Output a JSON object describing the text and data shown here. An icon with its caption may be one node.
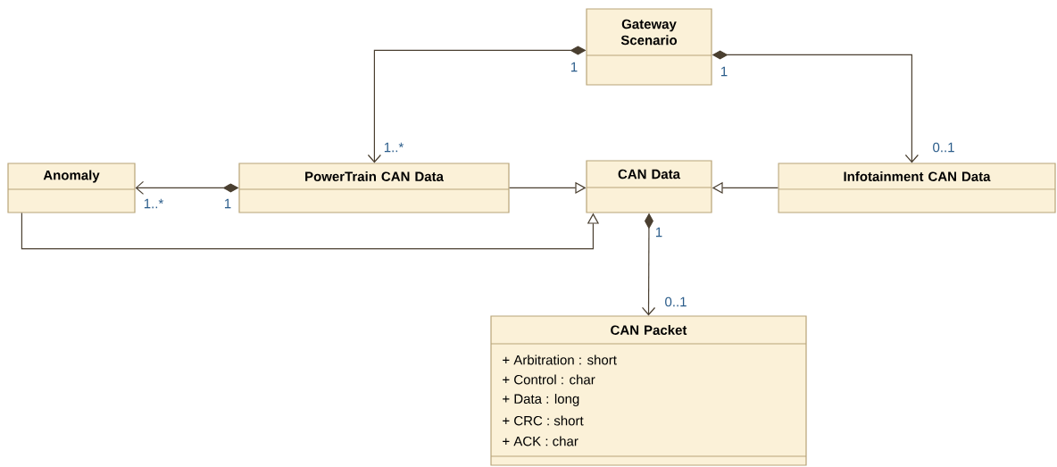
{
  "diagram": {
    "nodes": [
      {
        "text": [
          "Gateway Scenario"
        ]
      },
      {
        "text": [
          "Anomaly"
        ]
      },
      {
        "text": [
          "PowerTrain CAN Data"
        ]
      },
      {
        "text": [
          "CAN Data"
        ]
      },
      {
        "text": [
          "Infotainment CAN Data"
        ]
      },
      {
        "text": [
          "CAN Packet",
          "+ Arbitration : short",
          "+ Control : char",
          "+ Data : long",
          "+ CRC : short",
          "+ ACK : char"
        ]
      }
    ],
    "edges": [
      {
        "from": 0,
        "to": 2,
        "arrow": "to"
      },
      {
        "from": 0,
        "to": 4,
        "arrow": "to"
      },
      {
        "from": 2,
        "to": 1,
        "arrow": "to"
      },
      {
        "from": 2,
        "to": 3,
        "arrow": "to"
      },
      {
        "from": 4,
        "to": 3,
        "arrow": "to"
      },
      {
        "from": 1,
        "to": 3,
        "arrow": "to"
      },
      {
        "from": 3,
        "to": 5,
        "arrow": "to"
      }
    ],
    "labels": [
      "1",
      "1",
      "1..*",
      "0..1",
      "1..*",
      "1",
      "1",
      "0..1"
    ]
  }
}
